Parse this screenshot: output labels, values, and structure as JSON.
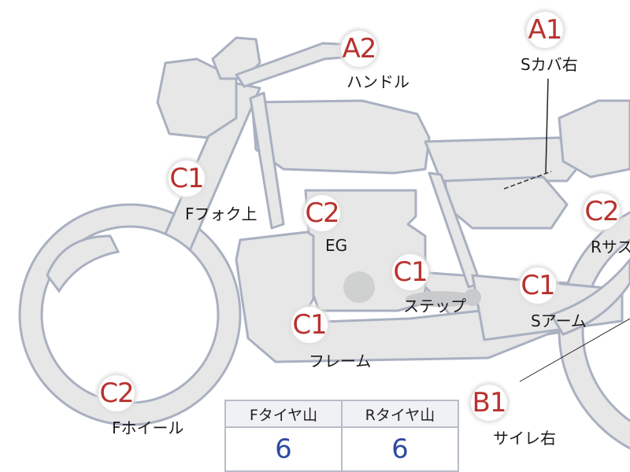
{
  "parts": [
    {
      "grade": "A1",
      "label": "Sカバ右"
    },
    {
      "grade": "A2",
      "label": "ハンドル"
    },
    {
      "grade": "C1",
      "label": "Fフォク上"
    },
    {
      "grade": "C2",
      "label": "EG"
    },
    {
      "grade": "C2",
      "label": "Rサス"
    },
    {
      "grade": "C1",
      "label": "ステップ"
    },
    {
      "grade": "C1",
      "label": "Sアーム"
    },
    {
      "grade": "C1",
      "label": "フレーム"
    },
    {
      "grade": "C2",
      "label": "Fホイール"
    },
    {
      "grade": "B1",
      "label": "サイレ右"
    }
  ],
  "tread_table": {
    "front_header": "Fタイヤ山",
    "rear_header": "Rタイヤ山",
    "front_value": "6",
    "rear_value": "6"
  },
  "colors": {
    "grade_text": "#b8322e",
    "value_text": "#2e4aa0",
    "bike_fill": "#e6e7e6",
    "bike_stroke": "#a9b0c0"
  }
}
